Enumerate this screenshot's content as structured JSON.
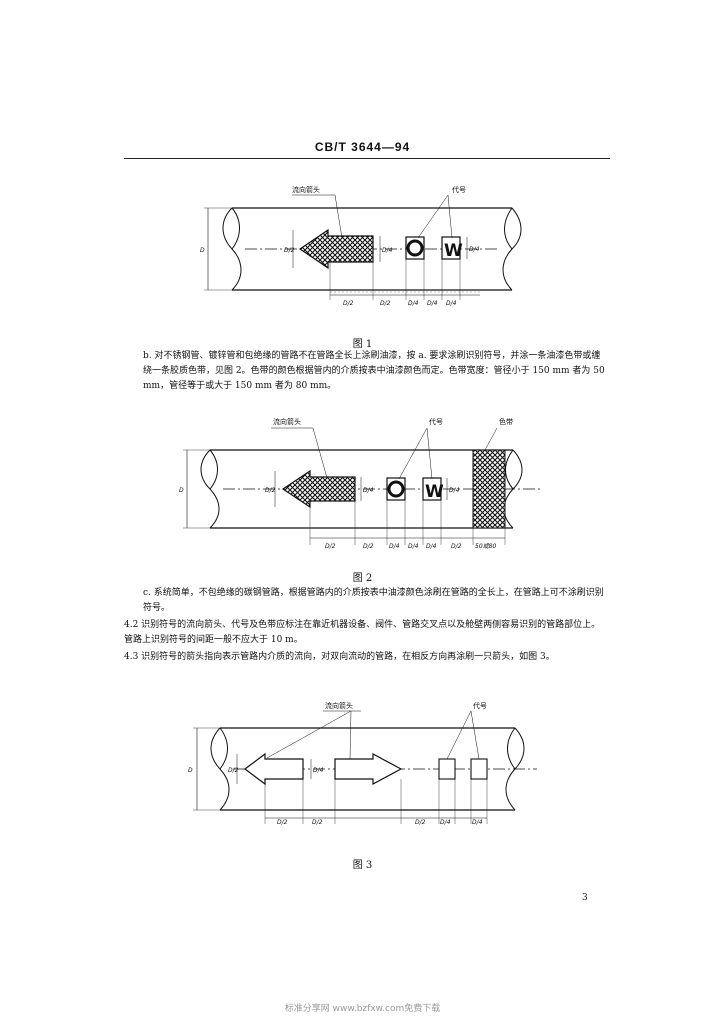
{
  "header": {
    "code": "CB/T 3644—94"
  },
  "figures": [
    {
      "caption": "图 1",
      "labels": {
        "arrow": "流向箭头",
        "code": "代号"
      },
      "dims": {
        "height": "D",
        "arrow_height": "D/2",
        "band": "D/4",
        "w_h": "D/4",
        "bottom": [
          "D/2",
          "D/2",
          "D/4",
          "D/4",
          "D/4"
        ]
      },
      "code_letter": "W"
    },
    {
      "caption": "图 2",
      "labels": {
        "arrow": "流向箭头",
        "code": "代号",
        "band": "色带"
      },
      "dims": {
        "height": "D",
        "arrow_height": "D/2",
        "band": "D/4",
        "w_h": "D/4",
        "bottom": [
          "D/2",
          "D/2",
          "D/4",
          "D/4",
          "D/4",
          "D/2",
          "50或80"
        ]
      },
      "code_letter": "W"
    },
    {
      "caption": "图 3",
      "labels": {
        "arrow": "流向箭头",
        "code": "代号"
      },
      "dims": {
        "height": "D",
        "arrow_height": "D/2",
        "band": "D/4",
        "bottom": [
          "D/2",
          "D/2",
          "D/2",
          "D/4",
          "D/4"
        ]
      }
    }
  ],
  "paragraphs": {
    "b": "b.  对不锈钢管、镀锌管和包绝缘的管路不在管路全长上涂刷油漆，按 a. 要求涂刷识别符号，并涂一条油漆色带或缠绕一条胶质色带，见图 2。色带的颜色根据管内的介质按表中油漆颜色而定。色带宽度：管径小于 150 mm 者为 50 mm，管径等于或大于 150 mm 者为 80 mm。",
    "c": "c.  系统简单，不包绝缘的碳钢管路，根据管路内的介质按表中油漆颜色涂刷在管路的全长上，在管路上可不涂刷识别符号。",
    "p42": "4.2  识别符号的流向箭头、代号及色带应标注在靠近机器设备、阀件、管路交叉点以及舱壁两侧容易识别的管路部位上。管路上识别符号的间距一般不应大于 10 m。",
    "p43": "4.3  识别符号的箭头指向表示管路内介质的流向，对双向流动的管路，在相反方向再涂刷一只箭头，如图 3。"
  },
  "page_number": "3",
  "footer": "标准分享网 www.bzfxw.com免费下载"
}
